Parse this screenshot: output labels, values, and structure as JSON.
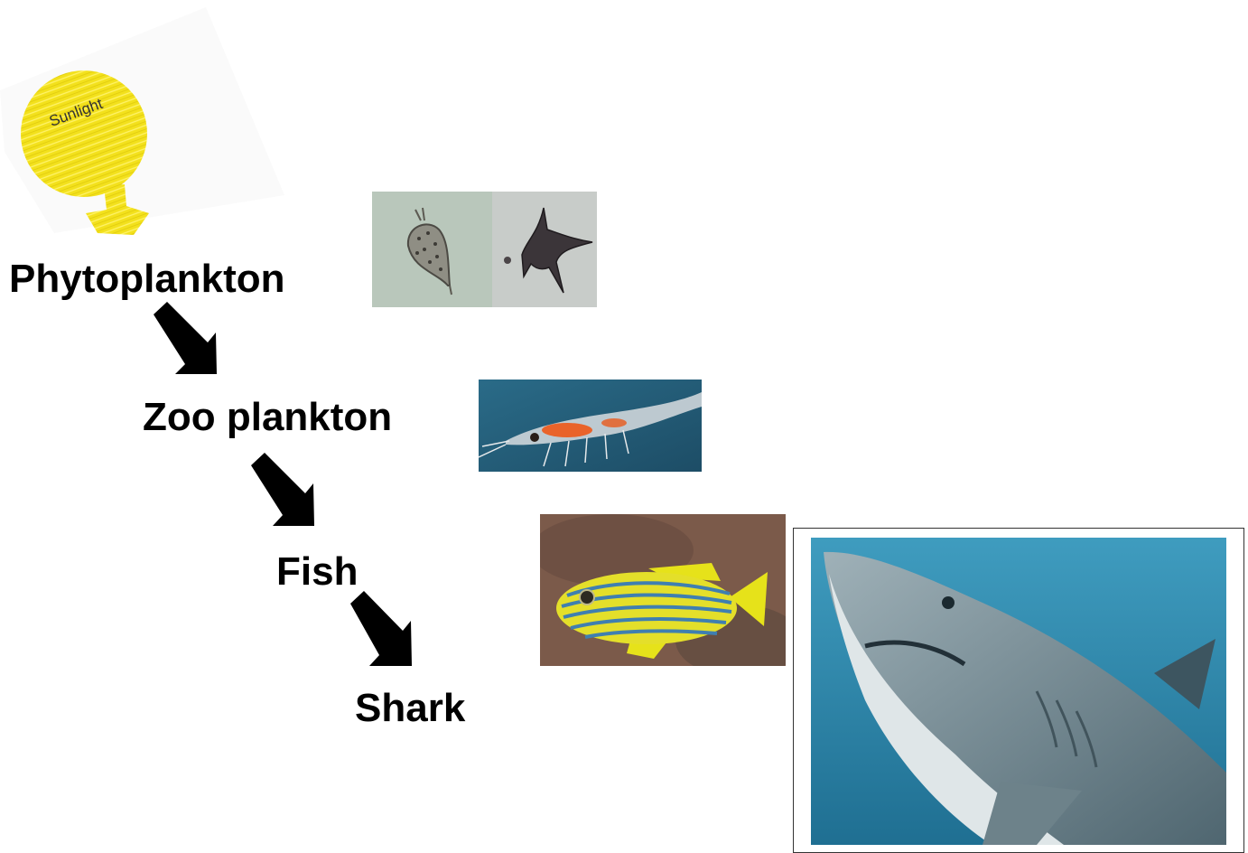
{
  "sun": {
    "label": "Sunlight",
    "color": "#f5e61a"
  },
  "chain": {
    "phytoplankton": "Phytoplankton",
    "zooplankton": "Zoo plankton",
    "fish": "Fish",
    "shark": "Shark"
  },
  "photos": [
    {
      "name": "phytoplankton-photo",
      "subject": "microscope view of phytoplankton"
    },
    {
      "name": "zooplankton-photo",
      "subject": "krill"
    },
    {
      "name": "fish-photo",
      "subject": "striped yellow-blue sweetlips fish"
    },
    {
      "name": "shark-photo",
      "subject": "shark underwater"
    }
  ]
}
